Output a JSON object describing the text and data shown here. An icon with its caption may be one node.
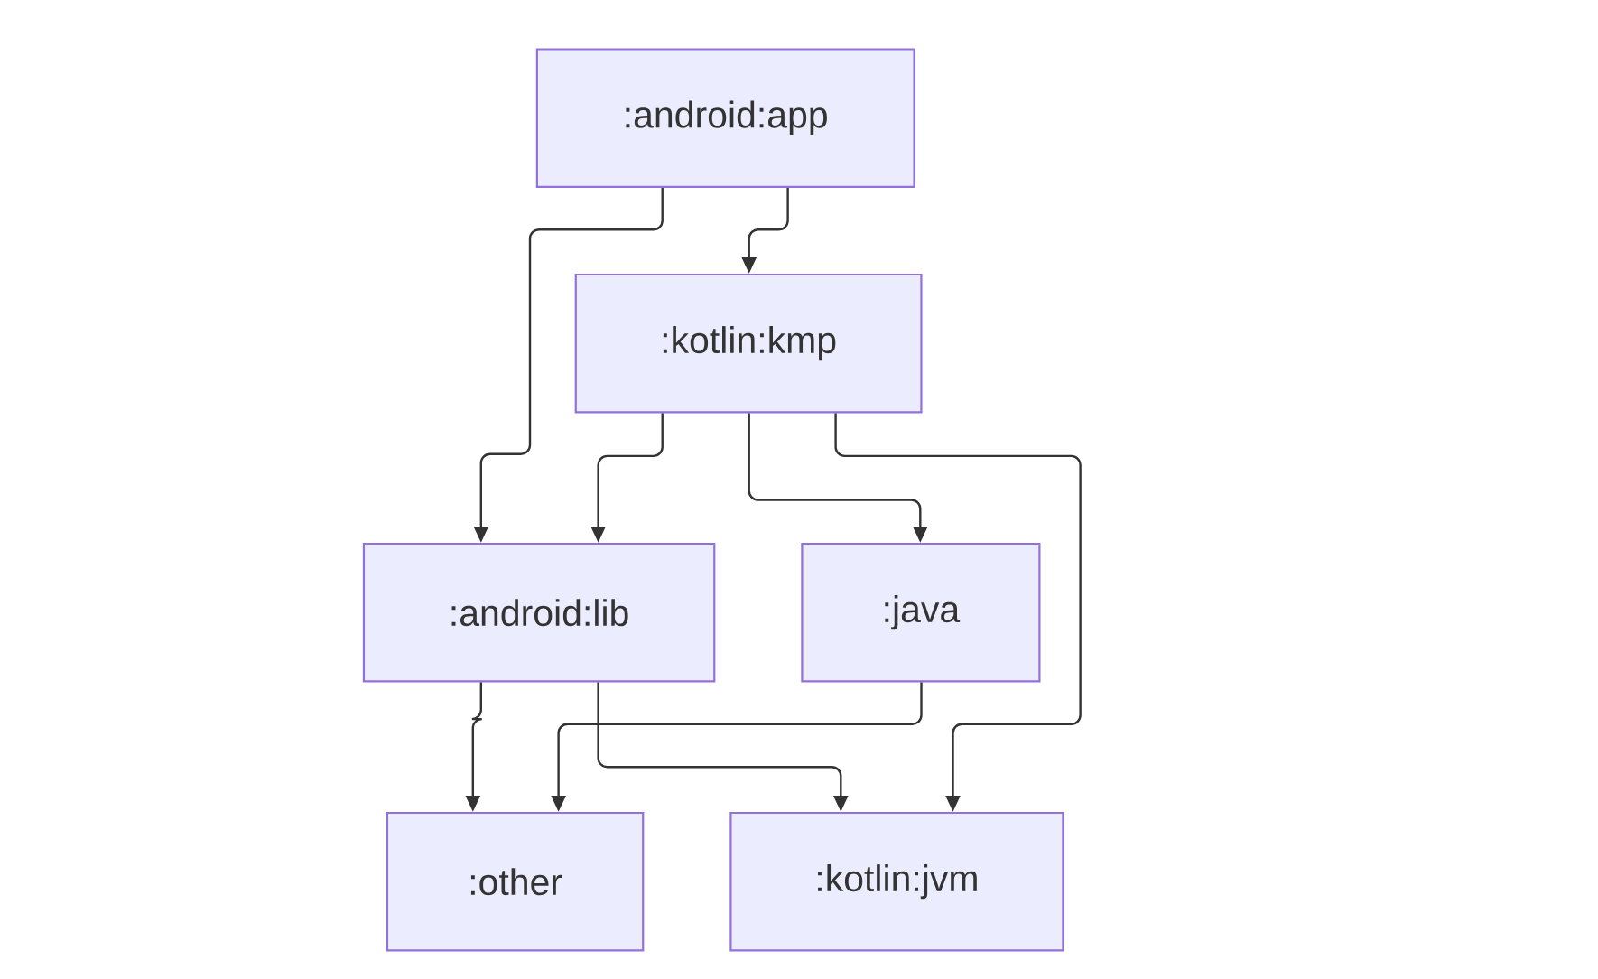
{
  "diagram": {
    "nodes": [
      {
        "text": [
          ":android:app"
        ]
      },
      {
        "text": [
          ":kotlin:kmp"
        ]
      },
      {
        "text": [
          ":android:lib"
        ]
      },
      {
        "text": [
          ":java"
        ]
      },
      {
        "text": [
          ":other"
        ]
      },
      {
        "text": [
          ":kotlin:jvm"
        ]
      }
    ],
    "edges": [
      {
        "from": 0,
        "to": 2,
        "arrow": "to"
      },
      {
        "from": 0,
        "to": 1,
        "arrow": "to"
      },
      {
        "from": 1,
        "to": 2,
        "arrow": "to"
      },
      {
        "from": 1,
        "to": 3,
        "arrow": "to"
      },
      {
        "from": 1,
        "to": 5,
        "arrow": "to"
      },
      {
        "from": 2,
        "to": 4,
        "arrow": "to"
      },
      {
        "from": 2,
        "to": 5,
        "arrow": "to"
      },
      {
        "from": 3,
        "to": 4,
        "arrow": "to"
      }
    ]
  }
}
